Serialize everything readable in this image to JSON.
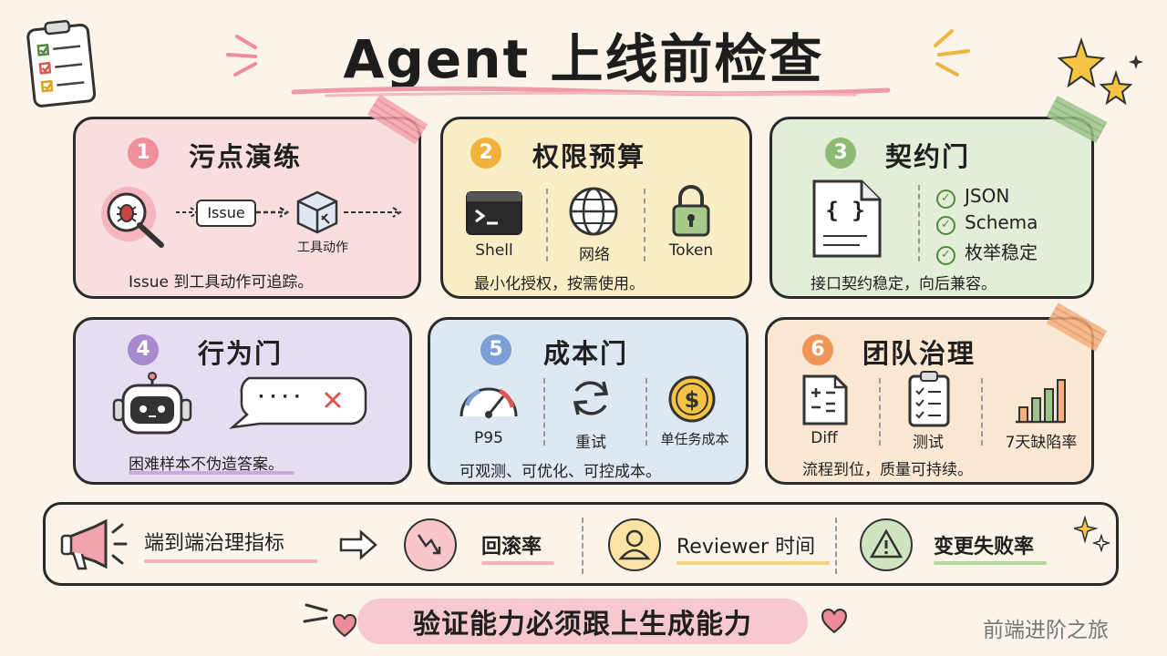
{
  "title": "Agent 上线前检查",
  "cards": [
    {
      "num": "1",
      "title": "污点演练",
      "desc": "Issue 到工具动作可追踪。",
      "flow": {
        "issue_label": "Issue",
        "tool_label": "工具动作"
      },
      "color": "#ef8f9a"
    },
    {
      "num": "2",
      "title": "权限预算",
      "desc": "最小化授权，按需使用。",
      "items": [
        "Shell",
        "网络",
        "Token"
      ],
      "color": "#f2b13a"
    },
    {
      "num": "3",
      "title": "契约门",
      "desc": "接口契约稳定，向后兼容。",
      "code_glyph": "{ }",
      "checks": [
        "JSON",
        "Schema",
        "枚举稳定"
      ],
      "color": "#8dbb74"
    },
    {
      "num": "4",
      "title": "行为门",
      "desc": "困难样本不伪造答案。",
      "bubble": "· · · ·",
      "color": "#a88bcf"
    },
    {
      "num": "5",
      "title": "成本门",
      "desc": "可观测、可优化、可控成本。",
      "items": [
        "P95",
        "重试",
        "单任务成本"
      ],
      "color": "#7d9fd8"
    },
    {
      "num": "6",
      "title": "团队治理",
      "desc": "流程到位，质量可持续。",
      "items": [
        "Diff",
        "测试",
        "7天缺陷率"
      ],
      "color": "#f0955a"
    }
  ],
  "metrics": {
    "label": "端到端治理指标",
    "items": [
      {
        "label": "回滚率",
        "color": "#f3b4b8"
      },
      {
        "label": "Reviewer 时间",
        "color": "#f6d27e"
      },
      {
        "label": "变更失败率",
        "color": "#b7d7a2"
      }
    ]
  },
  "footer": "验证能力必须跟上生成能力",
  "brand": "前端进阶之旅"
}
